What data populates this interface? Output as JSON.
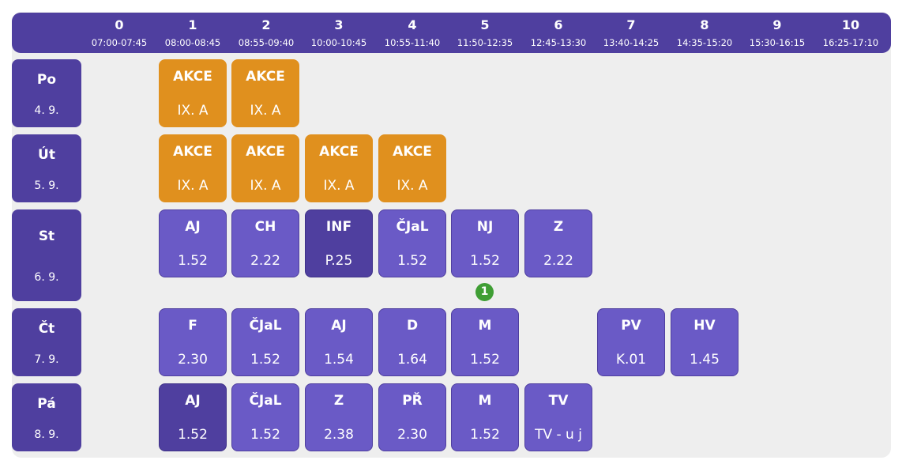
{
  "periods": [
    {
      "num": "0",
      "time": "07:00-07:45"
    },
    {
      "num": "1",
      "time": "08:00-08:45"
    },
    {
      "num": "2",
      "time": "08:55-09:40"
    },
    {
      "num": "3",
      "time": "10:00-10:45"
    },
    {
      "num": "4",
      "time": "10:55-11:40"
    },
    {
      "num": "5",
      "time": "11:50-12:35"
    },
    {
      "num": "6",
      "time": "12:45-13:30"
    },
    {
      "num": "7",
      "time": "13:40-14:25"
    },
    {
      "num": "8",
      "time": "14:35-15:20"
    },
    {
      "num": "9",
      "time": "15:30-16:15"
    },
    {
      "num": "10",
      "time": "16:25-17:10"
    }
  ],
  "days": [
    {
      "name": "Po",
      "date": "4. 9."
    },
    {
      "name": "Út",
      "date": "5. 9."
    },
    {
      "name": "St",
      "date": "6. 9."
    },
    {
      "name": "Čt",
      "date": "7. 9."
    },
    {
      "name": "Pá",
      "date": "8. 9."
    }
  ],
  "lessons": {
    "po": [
      {
        "subject": "AKCE",
        "room": "IX. A"
      },
      {
        "subject": "AKCE",
        "room": "IX. A"
      }
    ],
    "ut": [
      {
        "subject": "AKCE",
        "room": "IX. A"
      },
      {
        "subject": "AKCE",
        "room": "IX. A"
      },
      {
        "subject": "AKCE",
        "room": "IX. A"
      },
      {
        "subject": "AKCE",
        "room": "IX. A"
      }
    ],
    "st": [
      {
        "subject": "AJ",
        "room": "1.52"
      },
      {
        "subject": "CH",
        "room": "2.22"
      },
      {
        "subject": "INF",
        "room": "P.25"
      },
      {
        "subject": "ČJaL",
        "room": "1.52"
      },
      {
        "subject": "NJ",
        "room": "1.52"
      },
      {
        "subject": "Z",
        "room": "2.22"
      }
    ],
    "ct": [
      {
        "subject": "F",
        "room": "2.30"
      },
      {
        "subject": "ČJaL",
        "room": "1.52"
      },
      {
        "subject": "AJ",
        "room": "1.54"
      },
      {
        "subject": "D",
        "room": "1.64"
      },
      {
        "subject": "M",
        "room": "1.52"
      },
      {
        "subject": "PV",
        "room": "K.01"
      },
      {
        "subject": "HV",
        "room": "1.45"
      }
    ],
    "pa": [
      {
        "subject": "AJ",
        "room": "1.52"
      },
      {
        "subject": "ČJaL",
        "room": "1.52"
      },
      {
        "subject": "Z",
        "room": "2.38"
      },
      {
        "subject": "PŘ",
        "room": "2.30"
      },
      {
        "subject": "M",
        "room": "1.52"
      },
      {
        "subject": "TV",
        "room": "TV - u j"
      }
    ]
  },
  "badge": "1",
  "colors": {
    "header": "#4f3f9f",
    "lesson": "#6a5ac6",
    "lesson_changed": "#4f3f9f",
    "event": "#e0901e",
    "badge": "#3f9e34",
    "background": "#eeeeee"
  }
}
